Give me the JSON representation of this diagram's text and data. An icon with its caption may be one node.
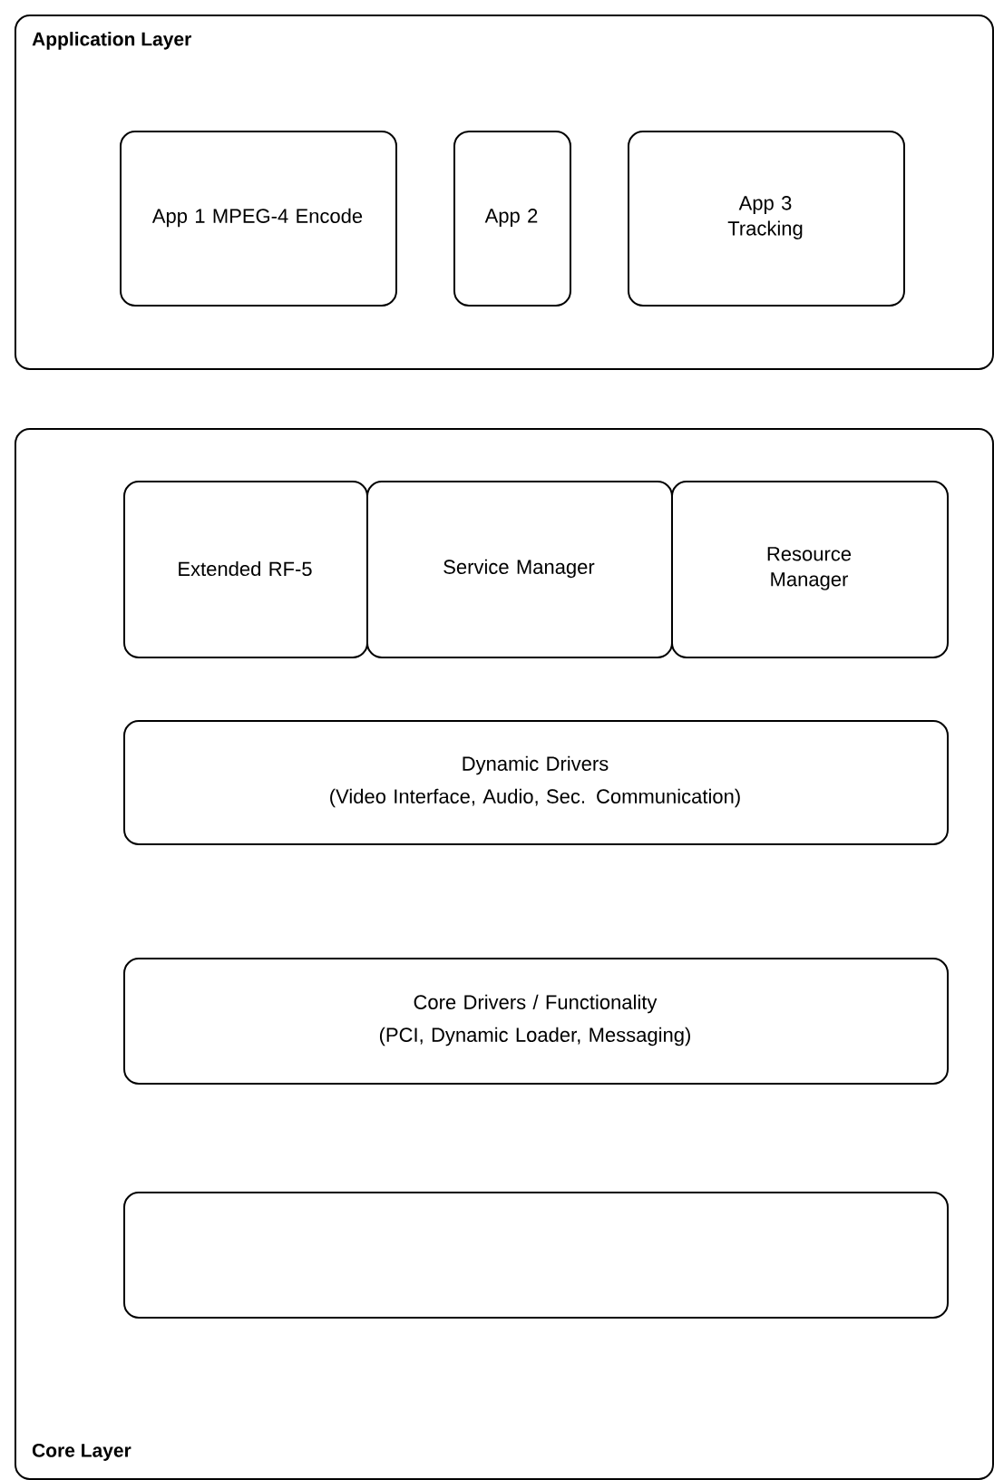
{
  "diagram": {
    "nodes": [
      {
        "text": [
          "Application Layer"
        ]
      },
      {
        "text": [
          "App 1 MPEG-4 Encode"
        ],
        "in": 0
      },
      {
        "text": [
          "App 2"
        ],
        "in": 0
      },
      {
        "text": [
          "App 3 Tracking"
        ],
        "in": 0
      },
      {
        "text": [
          "Core Layer"
        ]
      },
      {
        "text": [
          "Extended RF-5"
        ],
        "in": 4
      },
      {
        "text": [
          "Service Manager"
        ],
        "in": 4
      },
      {
        "text": [
          "Resource Manager"
        ],
        "in": 4
      },
      {
        "text": [
          "Dynamic Drivers",
          "(Video Interface, Audio, Sec. Communication)"
        ],
        "in": 4
      },
      {
        "text": [
          "Core Drivers / Functionality",
          "(PCI, Dynamic Loader, Messaging)"
        ],
        "in": 4
      },
      {
        "text": [],
        "shape": "box",
        "in": 4
      }
    ]
  }
}
